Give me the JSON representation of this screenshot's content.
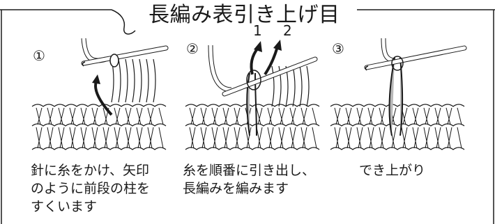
{
  "title": "長編み表引き上げ目",
  "steps": [
    {
      "number": "①",
      "caption": "針に糸をかけ、矢印\nのように前段の柱を\nすくいます"
    },
    {
      "number": "②",
      "caption": "糸を順番に引き出し、\n長編みを編みます",
      "arrow_labels": [
        "1",
        "2"
      ]
    },
    {
      "number": "③",
      "caption": "でき上がり"
    }
  ],
  "colors": {
    "line": "#1a1a1a",
    "yarn_fill": "#ffffff",
    "stitch_fill": "#b8b8b8"
  }
}
